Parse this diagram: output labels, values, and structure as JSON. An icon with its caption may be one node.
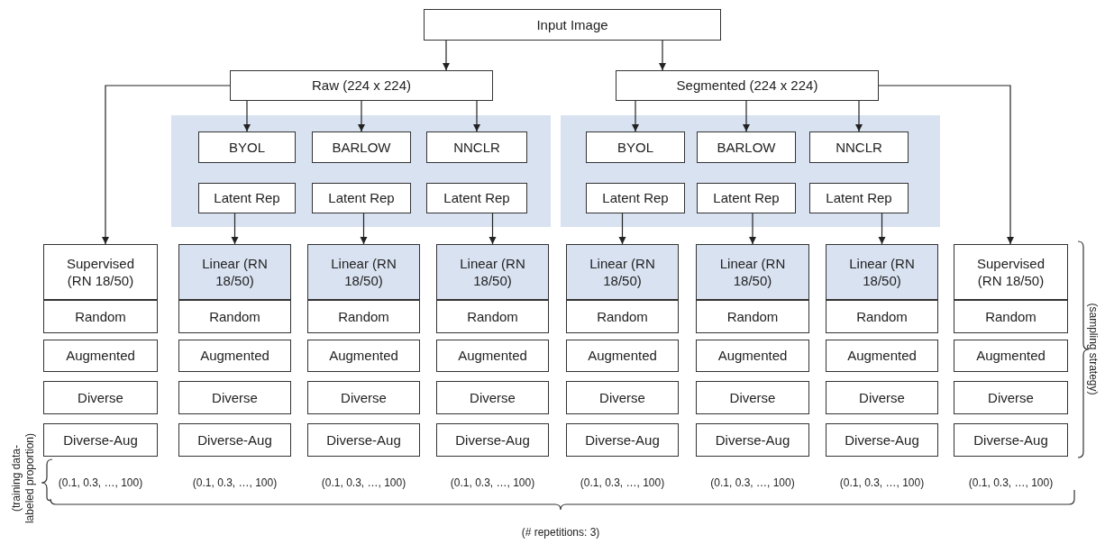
{
  "diagram": {
    "nodes": [
      {
        "text": [
          "Input Image"
        ]
      },
      {
        "text": [
          "Raw (224 x 224)"
        ]
      },
      {
        "text": [
          "Segmented (224 x 224)"
        ]
      },
      {
        "text": [],
        "shape": "box"
      },
      {
        "text": [
          "BYOL"
        ],
        "in": 3
      },
      {
        "text": [
          "BARLOW"
        ],
        "in": 3
      },
      {
        "text": [
          "NNCLR"
        ],
        "in": 3
      },
      {
        "text": [
          "Latent Rep"
        ],
        "in": 3
      },
      {
        "text": [
          "Latent Rep"
        ],
        "in": 3
      },
      {
        "text": [
          "Latent Rep"
        ],
        "in": 3
      },
      {
        "text": [],
        "shape": "box"
      },
      {
        "text": [
          "BYOL"
        ],
        "in": 10
      },
      {
        "text": [
          "BARLOW"
        ],
        "in": 10
      },
      {
        "text": [
          "NNCLR"
        ],
        "in": 10
      },
      {
        "text": [
          "Latent Rep"
        ],
        "in": 10
      },
      {
        "text": [
          "Latent Rep"
        ],
        "in": 10
      },
      {
        "text": [
          "Latent Rep"
        ],
        "in": 10
      },
      {
        "text": [
          "Supervised (RN 18/50)"
        ]
      },
      {
        "text": [
          "Random"
        ]
      },
      {
        "text": [
          "Augmented"
        ]
      },
      {
        "text": [
          "Diverse"
        ]
      },
      {
        "text": [
          "Diverse-Aug"
        ]
      },
      {
        "text": [
          "Linear (RN 18/50)"
        ]
      },
      {
        "text": [
          "Random"
        ]
      },
      {
        "text": [
          "Augmented"
        ]
      },
      {
        "text": [
          "Diverse"
        ]
      },
      {
        "text": [
          "Diverse-Aug"
        ]
      },
      {
        "text": [
          "Linear (RN 18/50)"
        ]
      },
      {
        "text": [
          "Random"
        ]
      },
      {
        "text": [
          "Augmented"
        ]
      },
      {
        "text": [
          "Diverse"
        ]
      },
      {
        "text": [
          "Diverse-Aug"
        ]
      },
      {
        "text": [
          "Linear (RN 18/50)"
        ]
      },
      {
        "text": [
          "Random"
        ]
      },
      {
        "text": [
          "Augmented"
        ]
      },
      {
        "text": [
          "Diverse"
        ]
      },
      {
        "text": [
          "Diverse-Aug"
        ]
      },
      {
        "text": [
          "Linear (RN 18/50)"
        ]
      },
      {
        "text": [
          "Random"
        ]
      },
      {
        "text": [
          "Augmented"
        ]
      },
      {
        "text": [
          "Diverse"
        ]
      },
      {
        "text": [
          "Diverse-Aug"
        ]
      },
      {
        "text": [
          "Linear (RN 18/50)"
        ]
      },
      {
        "text": [
          "Random"
        ]
      },
      {
        "text": [
          "Augmented"
        ]
      },
      {
        "text": [
          "Diverse"
        ]
      },
      {
        "text": [
          "Diverse-Aug"
        ]
      },
      {
        "text": [
          "Linear (RN 18/50)"
        ]
      },
      {
        "text": [
          "Random"
        ]
      },
      {
        "text": [
          "Augmented"
        ]
      },
      {
        "text": [
          "Diverse"
        ]
      },
      {
        "text": [
          "Diverse-Aug"
        ]
      },
      {
        "text": [
          "Supervised (RN 18/50)"
        ]
      },
      {
        "text": [
          "Random"
        ]
      },
      {
        "text": [
          "Augmented"
        ]
      },
      {
        "text": [
          "Diverse"
        ]
      },
      {
        "text": [
          "Diverse-Aug"
        ]
      }
    ],
    "edges": [
      {
        "from": 0,
        "to": 1,
        "arrow": "to"
      },
      {
        "from": 0,
        "to": 2,
        "arrow": "to"
      },
      {
        "from": 1,
        "to": 17,
        "arrow": "to"
      },
      {
        "from": 1,
        "to": 4,
        "arrow": "to"
      },
      {
        "from": 1,
        "to": 5,
        "arrow": "to"
      },
      {
        "from": 1,
        "to": 6,
        "arrow": "to"
      },
      {
        "from": 7,
        "to": 22,
        "arrow": "to"
      },
      {
        "from": 8,
        "to": 27,
        "arrow": "to"
      },
      {
        "from": 9,
        "to": 32,
        "arrow": "to"
      },
      {
        "from": 2,
        "to": 11,
        "arrow": "to"
      },
      {
        "from": 2,
        "to": 12,
        "arrow": "to"
      },
      {
        "from": 2,
        "to": 13,
        "arrow": "to"
      },
      {
        "from": 14,
        "to": 37,
        "arrow": "to"
      },
      {
        "from": 15,
        "to": 42,
        "arrow": "to"
      },
      {
        "from": 16,
        "to": 47,
        "arrow": "to"
      },
      {
        "from": 2,
        "to": 52,
        "arrow": "to"
      }
    ],
    "labels": [
      "(sampling strategy)",
      "(training data-labeled proportion)",
      "(0.1, 0.3, …, 100)",
      "(0.1, 0.3, …, 100)",
      "(0.1, 0.3, …, 100)",
      "(0.1, 0.3, …, 100)",
      "(0.1, 0.3, …, 100)",
      "(0.1, 0.3, …, 100)",
      "(0.1, 0.3, …, 100)",
      "(0.1, 0.3, …, 100)",
      "(# repetitions: 3)"
    ]
  }
}
